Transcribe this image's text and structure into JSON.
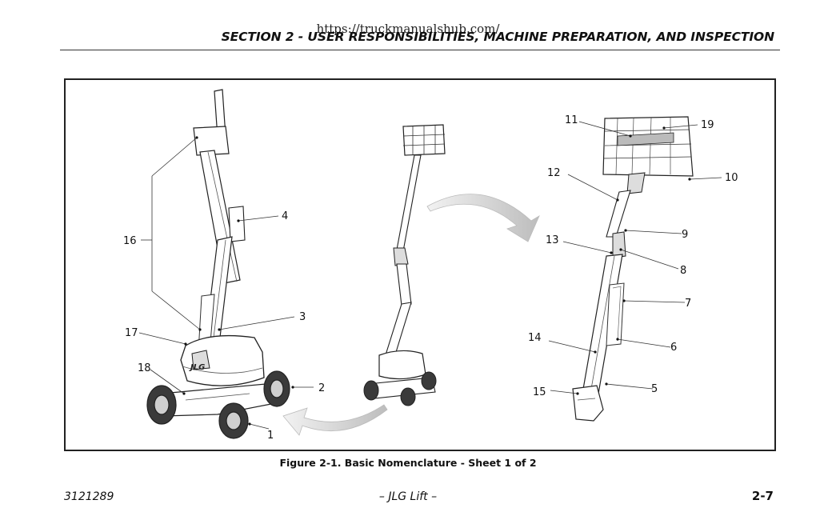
{
  "header": {
    "url": "https://truckmanualshub.com/",
    "section_title": "SECTION 2 - USER RESPONSIBILITIES, MACHINE PREPARATION, AND INSPECTION"
  },
  "figure": {
    "caption": "Figure 2-1. Basic Nomenclature - Sheet 1 of 2",
    "brand_logo": "JLG",
    "callouts": [
      "1",
      "2",
      "3",
      "4",
      "5",
      "6",
      "7",
      "8",
      "9",
      "10",
      "11",
      "12",
      "13",
      "14",
      "15",
      "16",
      "17",
      "18",
      "19"
    ]
  },
  "footer": {
    "doc_number": "3121289",
    "center": "– JLG Lift –",
    "page": "2-7"
  }
}
